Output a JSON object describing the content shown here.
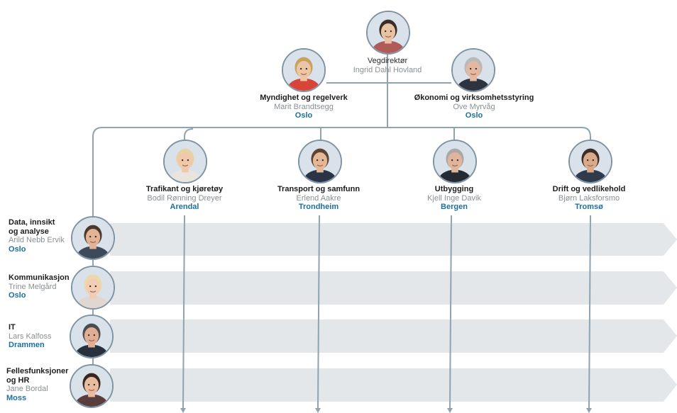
{
  "director": {
    "title": "Vegdirektør",
    "name": "Ingrid Dahl Hovland",
    "skin": "#e9c1a3",
    "hair": "#3a2c26",
    "shirt": "#b05a5a"
  },
  "staff": [
    {
      "title": "Myndighet og regelverk",
      "name": "Marit Brandtsegg",
      "city": "Oslo",
      "skin": "#ecc5a5",
      "hair": "#c9a15c",
      "shirt": "#d84438"
    },
    {
      "title": "Økonomi og virksomhetsstyring",
      "name": "Ove Myrvåg",
      "city": "Oslo",
      "skin": "#e3b8a0",
      "hair": "#b9b9b9",
      "shirt": "#2d3440"
    }
  ],
  "divisions": [
    {
      "title": "Trafikant og kjøretøy",
      "name": "Bodil Rønning Dreyer",
      "city": "Arendal",
      "skin": "#f0c9ad",
      "hair": "#e7d2a4",
      "shirt": "#e9e4de"
    },
    {
      "title": "Transport og samfunn",
      "name": "Erlend Aakre",
      "city": "Trondheim",
      "skin": "#e4b797",
      "hair": "#5e4330",
      "shirt": "#2b3447"
    },
    {
      "title": "Utbygging",
      "name": "Kjell Inge Davik",
      "city": "Bergen",
      "skin": "#e1b49c",
      "hair": "#a9a9a9",
      "shirt": "#262a33"
    },
    {
      "title": "Drift og vedlikehold",
      "name": "Bjørn Laksforsmo",
      "city": "Tromsø",
      "skin": "#d8a98a",
      "hair": "#3b2e28",
      "shirt": "#2f3a4a"
    }
  ],
  "functions": [
    {
      "title": [
        "Data, innsikt",
        "og analyse"
      ],
      "name": "Arild Nebb Ervik",
      "city": "Oslo",
      "skin": "#e2b395",
      "hair": "#4a3a2e",
      "shirt": "#3c4a5c"
    },
    {
      "title": [
        "Kommunikasjon"
      ],
      "name": "Trine Melgård",
      "city": "Oslo",
      "skin": "#f1cdb3",
      "hair": "#ecd8a8",
      "shirt": "#e0d8d0"
    },
    {
      "title": [
        "IT"
      ],
      "name": "Lars Kalfoss",
      "city": "Drammen",
      "skin": "#dfae94",
      "hair": "#4d4d4d",
      "shirt": "#28303e"
    },
    {
      "title": [
        "Fellesfunksjoner",
        "og HR"
      ],
      "name": "Jane Bordal",
      "city": "Moss",
      "skin": "#e8bc9e",
      "hair": "#3a2620",
      "shirt": "#5a3d3d"
    }
  ],
  "colors": {
    "line": "#8fa3b1",
    "band": "#e3e7ea",
    "city": "#1c6fa0",
    "ring": "#7f93a3"
  }
}
